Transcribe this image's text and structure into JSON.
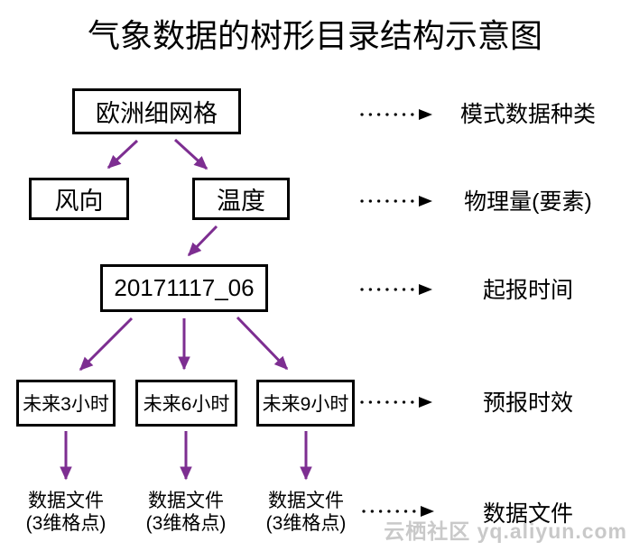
{
  "title": "气象数据的树形目录结构示意图",
  "tree": {
    "root": {
      "label": "欧洲细网格"
    },
    "level2": [
      {
        "label": "风向"
      },
      {
        "label": "温度"
      }
    ],
    "level3": {
      "label": "20171117_06"
    },
    "level4": [
      {
        "label": "未来3小时"
      },
      {
        "label": "未来6小时"
      },
      {
        "label": "未来9小时"
      }
    ],
    "files": [
      {
        "line1": "数据文件",
        "line2": "(3维格点)"
      },
      {
        "line1": "数据文件",
        "line2": "(3维格点)"
      },
      {
        "line1": "数据文件",
        "line2": "(3维格点)"
      }
    ]
  },
  "legend": {
    "items": [
      {
        "label": "模式数据种类"
      },
      {
        "label": "物理量(要素)"
      },
      {
        "label": "起报时间"
      },
      {
        "label": "预报时效"
      },
      {
        "label": "数据文件"
      }
    ]
  },
  "watermark": "云栖社区 yq.aliyun.com",
  "colors": {
    "tree_arrow": "#7d2e91",
    "legend_arrow": "#000000",
    "box_border": "#000000",
    "text": "#000000",
    "watermark": "#c9c9c9",
    "background": "#ffffff"
  }
}
